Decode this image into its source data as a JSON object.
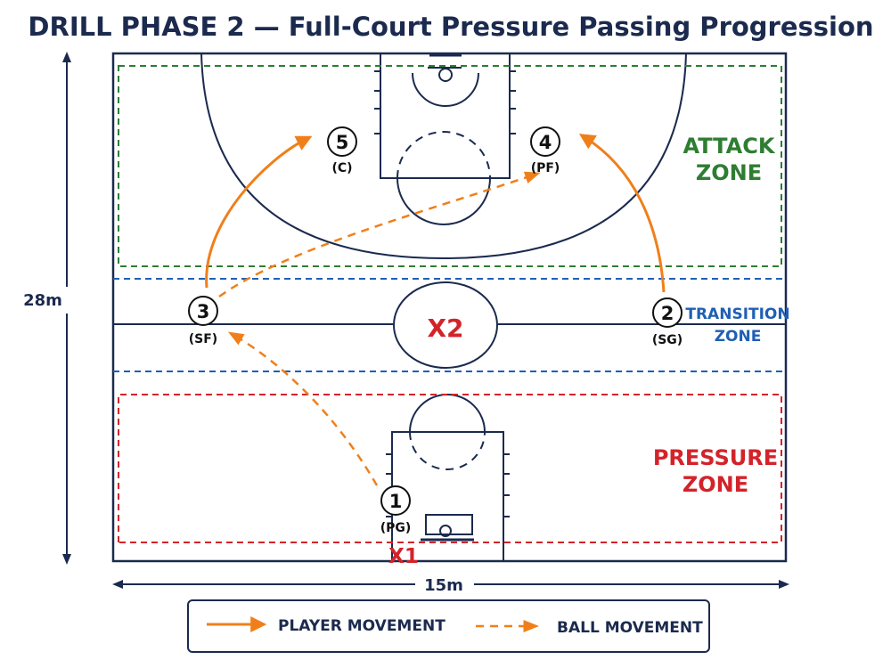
{
  "title": "DRILL PHASE 2 — Full-Court Pressure Passing Progression",
  "dimensions": {
    "height": "28m",
    "width": "15m"
  },
  "zones": {
    "attack": {
      "line1": "ATTACK",
      "line2": "ZONE",
      "color": "#2e7d32"
    },
    "transition": {
      "line1": "TRANSITION",
      "line2": "ZONE",
      "color": "#1f5fb5"
    },
    "pressure": {
      "line1": "PRESSURE",
      "line2": "ZONE",
      "color": "#d3232a"
    }
  },
  "players": [
    {
      "number": "1",
      "role": "(PG)"
    },
    {
      "number": "2",
      "role": "(SG)"
    },
    {
      "number": "3",
      "role": "(SF)"
    },
    {
      "number": "4",
      "role": "(PF)"
    },
    {
      "number": "5",
      "role": "(C)"
    }
  ],
  "defenders": [
    {
      "label": "X1"
    },
    {
      "label": "X2"
    }
  ],
  "legend": {
    "player_movement": "PLAYER MOVEMENT",
    "ball_movement": "BALL MOVEMENT"
  },
  "colors": {
    "court_lines": "#1b2a4e",
    "movement": "#f07f1a",
    "defender": "#d3232a"
  }
}
